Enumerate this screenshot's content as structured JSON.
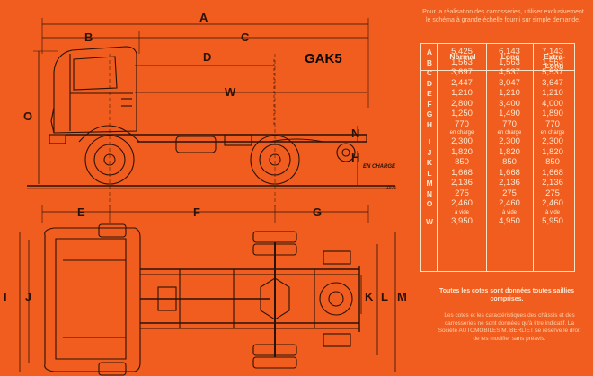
{
  "model": "GAK5",
  "note_top": "Pour la réalisation des carrosseries, utiliser exclusivement le schéma à grande échelle fourni sur simple demande.",
  "side_dims": {
    "A": "A",
    "B": "B",
    "C": "C",
    "D": "D",
    "W": "W",
    "O": "O",
    "N": "N",
    "H": "H"
  },
  "en_charge_label": "EN CHARGE",
  "scale_label": "1976",
  "plan_dims": {
    "E": "E",
    "F": "F",
    "G": "G",
    "I": "I",
    "J": "J",
    "K": "K",
    "L": "L",
    "M": "M"
  },
  "table": {
    "headers": [
      "Normal",
      "Long",
      "Extra-Long"
    ],
    "rows": [
      {
        "letter": "A",
        "normal": "5,425",
        "long": "6,143",
        "extra": "7,143"
      },
      {
        "letter": "B",
        "normal": "1,563",
        "long": "1,563",
        "extra": "1,563"
      },
      {
        "letter": "C",
        "normal": "3,697",
        "long": "4,537",
        "extra": "5,537"
      },
      {
        "letter": "D",
        "normal": "2,447",
        "long": "3,047",
        "extra": "3,647"
      },
      {
        "letter": "E",
        "normal": "1,210",
        "long": "1,210",
        "extra": "1,210"
      },
      {
        "letter": "F",
        "normal": "2,800",
        "long": "3,400",
        "extra": "4,000"
      },
      {
        "letter": "G",
        "normal": "1,250",
        "long": "1,490",
        "extra": "1,890"
      },
      {
        "letter": "H",
        "normal": "770",
        "long": "770",
        "extra": "770"
      },
      {
        "letter": "",
        "normal": "en charge",
        "long": "en charge",
        "extra": "en charge",
        "sub": true
      },
      {
        "letter": "I",
        "normal": "2,300",
        "long": "2,300",
        "extra": "2,300"
      },
      {
        "letter": "J",
        "normal": "1,820",
        "long": "1,820",
        "extra": "1,820"
      },
      {
        "letter": "K",
        "normal": "850",
        "long": "850",
        "extra": "850"
      },
      {
        "letter": "L",
        "normal": "1,668",
        "long": "1,668",
        "extra": "1,668"
      },
      {
        "letter": "M",
        "normal": "2,136",
        "long": "2,136",
        "extra": "2,136"
      },
      {
        "letter": "N",
        "normal": "275",
        "long": "275",
        "extra": "275"
      },
      {
        "letter": "O",
        "normal": "2,460",
        "long": "2,460",
        "extra": "2,460"
      },
      {
        "letter": "",
        "normal": "à vide",
        "long": "à vide",
        "extra": "à vide",
        "sub": true
      },
      {
        "letter": "W",
        "normal": "3,950",
        "long": "4,950",
        "extra": "5,950"
      }
    ]
  },
  "footnote_bold": "Toutes les cotes sont données toutes saillies comprises.",
  "footnote_small": "Les cotes et les caractéristiques des châssis et des carrosseries ne sont données qu'à titre indicatif. La Société AUTOMOBILES M. BERLIET se réserve le droit de les modifier sans préavis."
}
